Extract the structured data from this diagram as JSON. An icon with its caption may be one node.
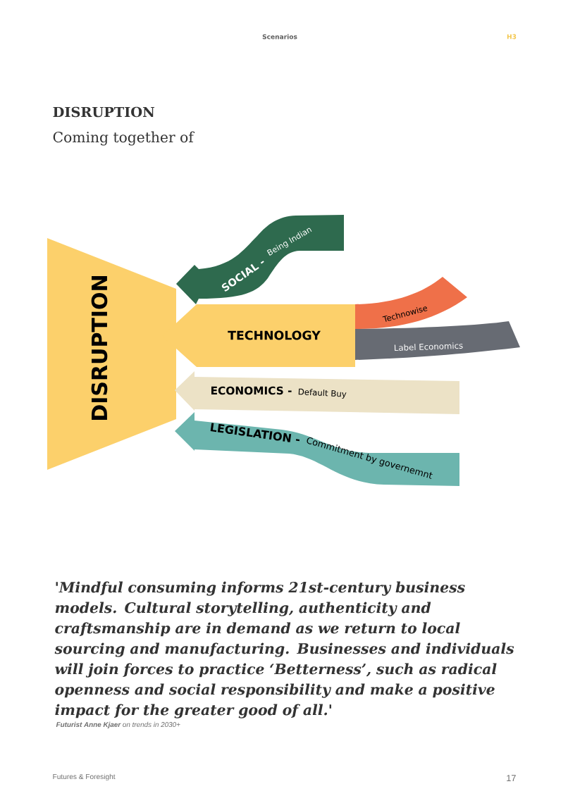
{
  "diagram": {
    "title": "DISRUPTION",
    "nodes": [
      {
        "text": [
          "DISRUPTION"
        ]
      },
      {
        "text": [
          "SOCIAL -",
          "Being Indian"
        ]
      },
      {
        "text": [
          "TECHNOLOGY"
        ]
      },
      {
        "text": [
          "Technowise"
        ]
      },
      {
        "text": [
          "Label Economics"
        ]
      },
      {
        "text": [
          "ECONOMICS -",
          "Default Buy"
        ]
      },
      {
        "text": [
          "LEGISLATION -",
          "Commitment by governemnt"
        ]
      }
    ],
    "labels": [
      "Scenarios",
      "H3",
      "Coming together of",
      "'Mindful consuming informs 21st-century business models. Cultural storytelling, authenticity and craftsmanship are in demand as we return to local sourcing and manufacturing. Businesses and individuals will join forces to practice ‘Betterness’, such as radical openness and social responsibility and make a positive impact for the greater good of all.'",
      "**Futurist Anne Kjaer** on trends in 2030+",
      "Futures & Foresight",
      "17"
    ]
  }
}
